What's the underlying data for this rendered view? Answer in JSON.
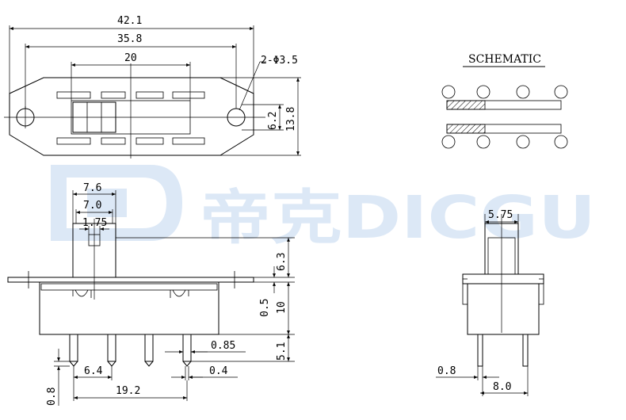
{
  "watermark": {
    "logo_text": "帝克DICGU"
  },
  "schematic": {
    "title": "SCHEMATIC"
  },
  "top_view": {
    "dim_overall": "42.1",
    "dim_hole_pitch": "35.8",
    "dim_body": "20",
    "dim_hole": "2-Φ3.5",
    "dim_pad_height": "6.2",
    "dim_flange_height": "13.8"
  },
  "front_view": {
    "dim_actuator_outer": "7.6",
    "dim_actuator_inner": "7.0",
    "dim_knob": "1.75",
    "dim_actuator_height": "6.3",
    "dim_flange_thickness": "0.5",
    "dim_body_height": "10",
    "dim_pin_length": "5.1",
    "dim_pin_width": "0.85",
    "dim_pin_tip": "0.4",
    "dim_pin_pitch": "6.4",
    "dim_pin_span": "19.2",
    "dim_pin_tip_height": "0.8"
  },
  "side_view": {
    "dim_actuator_width": "5.75",
    "dim_pin_thickness": "0.8",
    "dim_pin_row_spacing": "8.0"
  }
}
